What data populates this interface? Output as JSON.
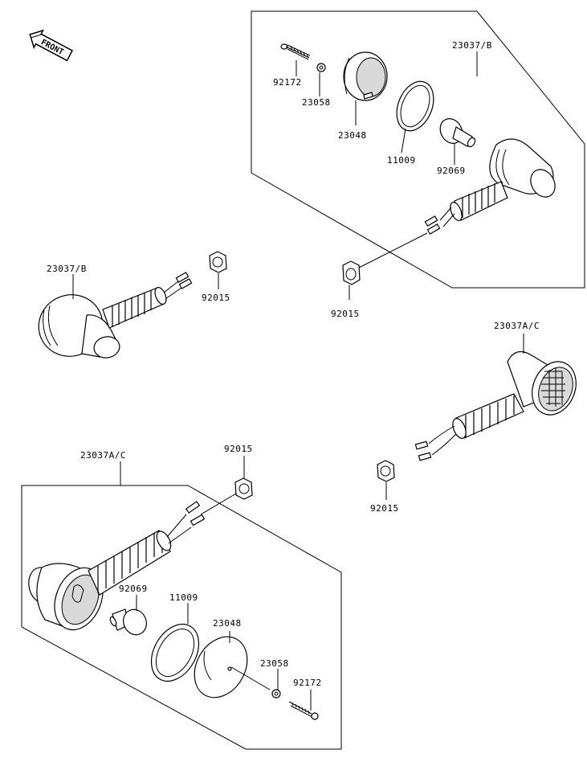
{
  "front_badge": {
    "text": "FRONT"
  },
  "labels": {
    "ur_23037b": "23037/B",
    "ur_92172": "92172",
    "ur_23058": "23058",
    "ur_23048": "23048",
    "ur_11009": "11009",
    "ur_92069": "92069",
    "ur_92015": "92015",
    "ml_23037b": "23037/B",
    "ml_92015": "92015",
    "mr_23037ac": "23037A/C",
    "mr_92015": "92015",
    "ll_23037ac": "23037A/C",
    "ll_92015": "92015",
    "ll_92069": "92069",
    "ll_11009": "11009",
    "ll_23048": "23048",
    "ll_23058": "23058",
    "ll_92172": "92172"
  }
}
